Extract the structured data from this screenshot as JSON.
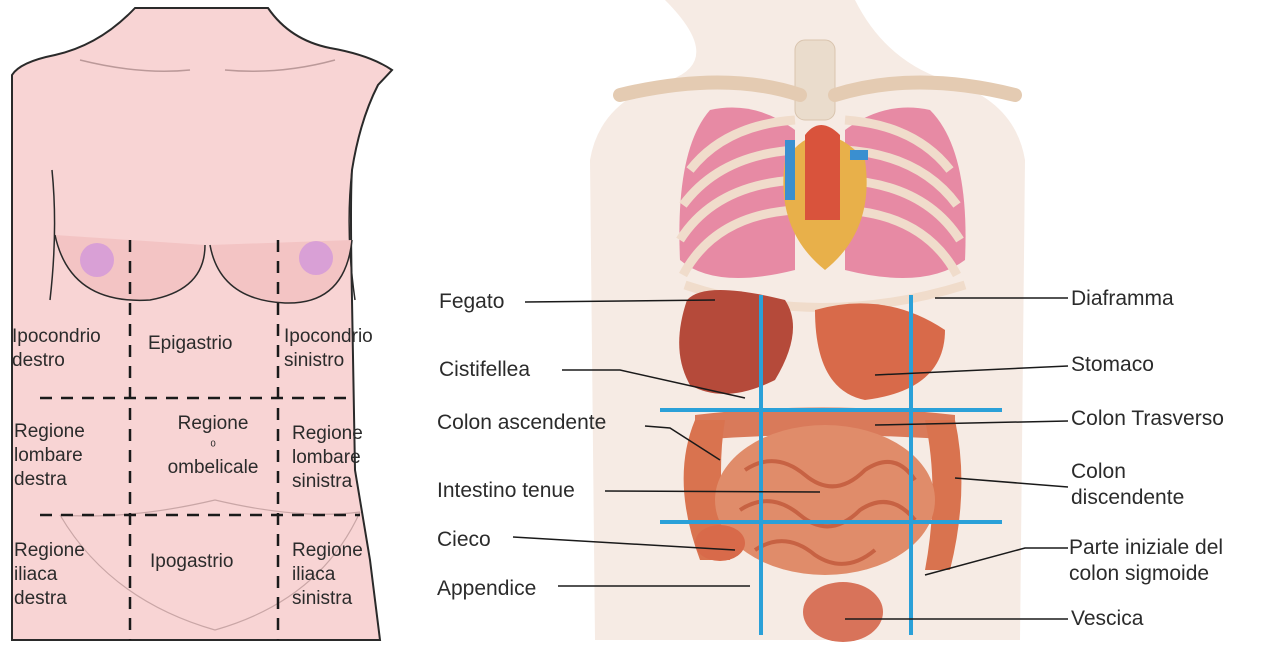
{
  "regions": {
    "ipocondrio_destro": [
      "Ipocondrio",
      "destro"
    ],
    "epigastrio": [
      "Epigastrio"
    ],
    "ipocondrio_sinistro": [
      "Ipocondrio",
      "sinistro"
    ],
    "lombare_destra": [
      "Regione",
      "lombare",
      "destra"
    ],
    "ombelicale": [
      "Regione",
      "ombelicale"
    ],
    "lombare_sinistra": [
      "Regione",
      "lombare",
      "sinistra"
    ],
    "iliaca_destra": [
      "Regione",
      "iliaca",
      "destra"
    ],
    "ipogastrio": [
      "Ipogastrio"
    ],
    "iliaca_sinistra": [
      "Regione",
      "iliaca",
      "sinistra"
    ]
  },
  "organs": {
    "fegato": "Fegato",
    "cistifellea": "Cistifellea",
    "colon_ascendente": "Colon ascendente",
    "intestino_tenue": "Intestino tenue",
    "cieco": "Cieco",
    "appendice": "Appendice",
    "diaframma": "Diaframma",
    "stomaco": "Stomaco",
    "colon_trasverso": "Colon Trasverso",
    "colon_discendente": [
      "Colon",
      "discendente"
    ],
    "sigmoide": [
      "Parte iniziale del",
      "colon sigmoide"
    ],
    "vescica": "Vescica"
  },
  "colors": {
    "skin": "#f8d4d4",
    "skin_outline": "#2a2a2a",
    "nipple": "#d9a0d6",
    "grid_line": "#2aa0d8",
    "lung": "#e78aa4",
    "organ_red": "#d86a4a",
    "bone": "#f1ddc8"
  }
}
